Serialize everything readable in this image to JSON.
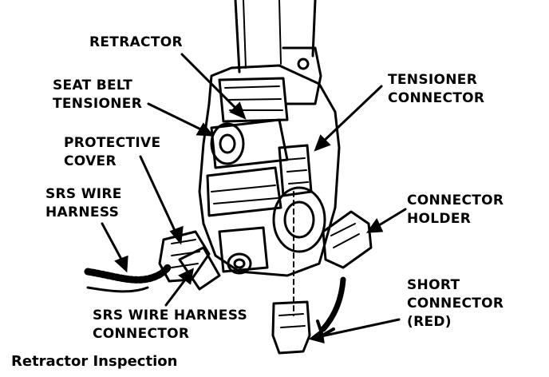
{
  "labels": {
    "retractor": "RETRACTOR",
    "tensioner_l1": "SEAT BELT",
    "tensioner_l2": "TENSIONER",
    "protective_l1": "PROTECTIVE",
    "protective_l2": "COVER",
    "harness_l1": "SRS WIRE",
    "harness_l2": "HARNESS",
    "harness_conn_l1": "SRS WIRE HARNESS",
    "harness_conn_l2": "CONNECTOR",
    "tens_conn_l1": "TENSIONER",
    "tens_conn_l2": "CONNECTOR",
    "holder_l1": "CONNECTOR",
    "holder_l2": "HOLDER",
    "short_l1": "SHORT",
    "short_l2": "CONNECTOR",
    "short_l3": "(RED)"
  },
  "caption": "Retractor Inspection"
}
